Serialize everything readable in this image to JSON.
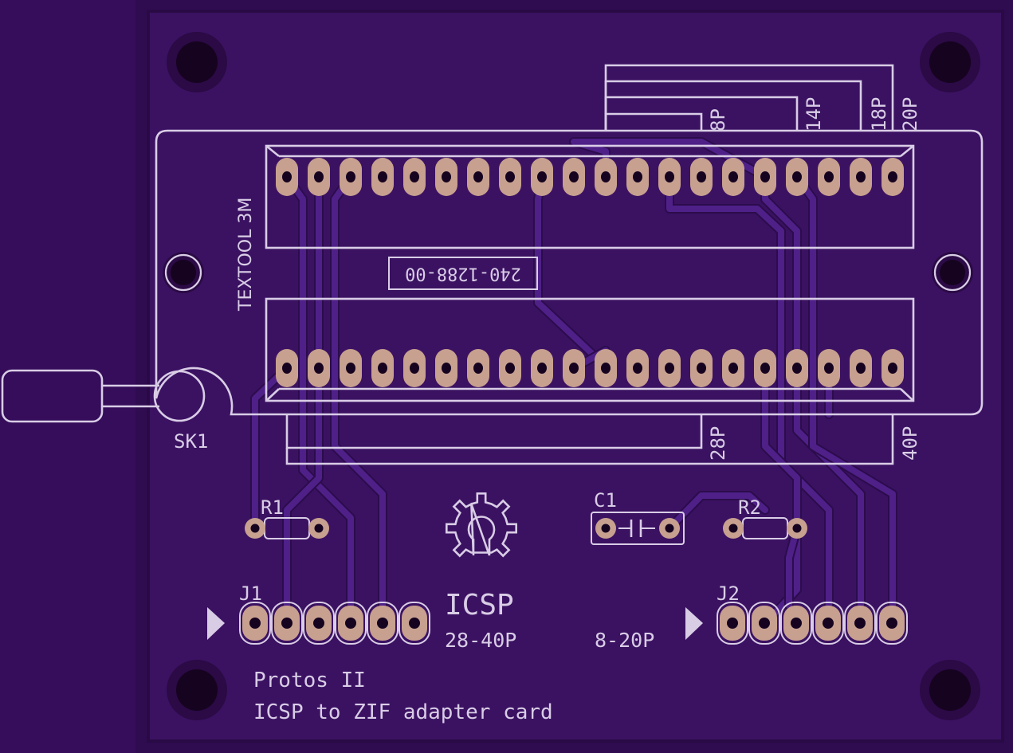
{
  "board": {
    "colors": {
      "background": "#350d5a",
      "board": "#3b1262",
      "board_edge": "#2a0a45",
      "copper_pad": "#c7a08f",
      "drill": "#160320",
      "silkscreen": "#d9cde6",
      "trace": "#4e2088"
    },
    "pin_rows": {
      "pins_per_row": 20
    },
    "jumpers_pins": 6
  },
  "socket": {
    "label": "TEXTOOL 3M",
    "part_number": "240-1288-00",
    "sizes_top": [
      "8P",
      "14P",
      "18P",
      "20P"
    ],
    "sizes_bottom": [
      "28P",
      "40P"
    ]
  },
  "components": {
    "sk1": "SK1",
    "r1": "R1",
    "r2": "R2",
    "c1": "C1",
    "j1": "J1",
    "j2": "J2"
  },
  "labels": {
    "icsp": "ICSP",
    "range_left": "28-40P",
    "range_right": "8-20P",
    "title_line1": "Protos II",
    "title_line2": "ICSP to ZIF adapter card"
  },
  "icons": {
    "logo": "open-hardware-gear-icon",
    "pin1_markers": "triangle-marker-icon",
    "mounting_holes": "mounting-hole-icon"
  }
}
